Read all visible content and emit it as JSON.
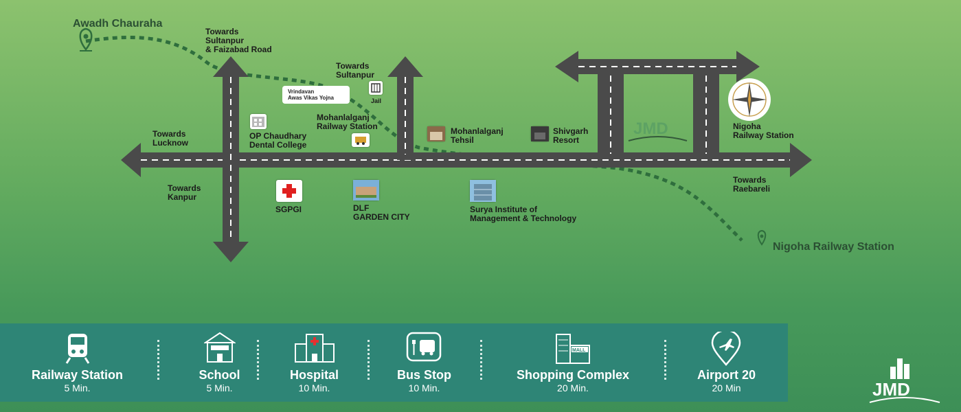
{
  "map": {
    "start_label": "Awadh Chauraha",
    "end_label": "Nigoha Railway Station",
    "directions": {
      "north_west": "Towards\nSultanpur\n& Faizabad Road",
      "north": "Towards\nSultanpur",
      "west": "Towards\nLucknow",
      "south": "Towards\nKanpur",
      "east": "Towards\nRaebareli"
    },
    "landmarks": {
      "vrindavan": "Vrindavan\nAwas Vikas Yojna",
      "jail": "Jail",
      "mohanlalganj_rs": "Mohanlalganj\nRailway Station",
      "op_chaudhary": "OP Chaudhary\nDental College",
      "sgpgi": "SGPGI",
      "dlf": "DLF\nGARDEN CITY",
      "tehsil": "Mohanlalganj\nTehsil",
      "shivgarh": "Shivgarh\nResort",
      "surya": "Surya Institute of\nManagement & Technology",
      "nigoha_rs": "Nigoha\nRailway Station"
    }
  },
  "amenities": [
    {
      "name": "Railway Station",
      "time": "5 Min.",
      "icon": "train-icon"
    },
    {
      "name": "School",
      "time": "5 Min.",
      "icon": "school-icon"
    },
    {
      "name": "Hospital",
      "time": "10 Min.",
      "icon": "hospital-icon"
    },
    {
      "name": "Bus Stop",
      "time": "10 Min.",
      "icon": "bus-stop-icon"
    },
    {
      "name": "Shopping Complex",
      "time": "20 Min.",
      "icon": "mall-icon"
    },
    {
      "name": "Airport 20",
      "time": "20 Min",
      "icon": "airport-icon"
    }
  ],
  "logo_text": "JMD",
  "colors": {
    "road": "#4a4a4a",
    "road_marking": "#ffffff",
    "route": "#2f6e3d",
    "strip": "#2e8576",
    "bg_top": "#8cc26e",
    "bg_bottom": "#3d8f57"
  }
}
